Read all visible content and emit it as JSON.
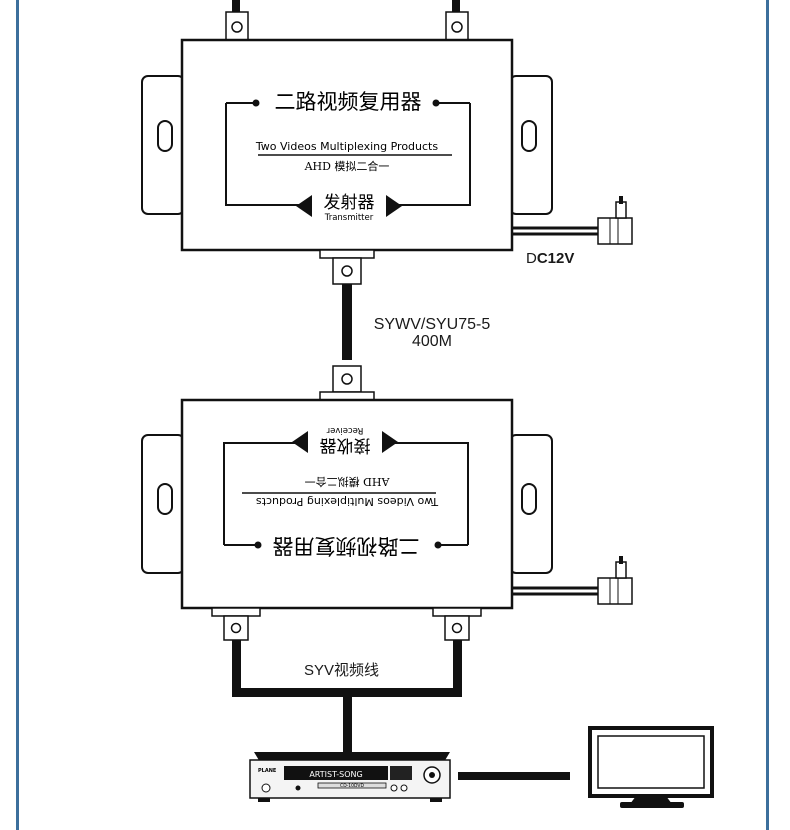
{
  "transmitter": {
    "title_cn": "二路视频复用器",
    "title_en": "Two Videos Multiplexing Products",
    "subtitle": "AHD  模拟二合一",
    "role_cn": "发射器",
    "role_en": "Transmitter"
  },
  "receiver": {
    "title_cn": "二路视频复用器",
    "title_en": "Two Videos Multiplexing Products",
    "subtitle": "AHD  模拟二合一",
    "role_cn": "接收器",
    "role_en": "Receiver"
  },
  "power_label_prefix": "D",
  "power_label_main": "C12V",
  "trunk_cable": {
    "type": "SYWV/SYU75-5",
    "length": "400M"
  },
  "video_cable": "SYV视频线",
  "dvr": {
    "brand": "PLANE",
    "display_text": "ARTIST-SONG",
    "display_sub": "CD-10DVD"
  },
  "colors": {
    "frame": "#3c6f9c",
    "line": "#111111"
  }
}
